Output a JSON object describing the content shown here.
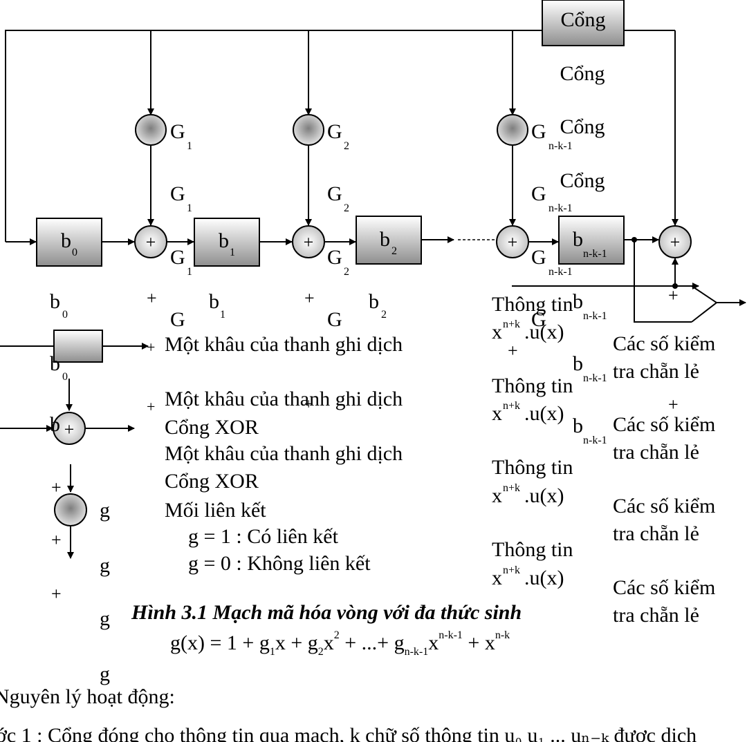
{
  "gate_label": "Cổng",
  "gate_label_repeats": [
    "Cổng",
    "Cổng",
    "Cổng"
  ],
  "register_stages": [
    {
      "base": "b",
      "sub": "0"
    },
    {
      "base": "b",
      "sub": "1"
    },
    {
      "base": "b",
      "sub": "2"
    },
    {
      "base": "b",
      "sub": "n-k-1"
    }
  ],
  "xor_symbol": "+",
  "coefficients": [
    {
      "base": "G",
      "sub": "1"
    },
    {
      "base": "G",
      "sub": "2"
    },
    {
      "base": "G",
      "sub": "n-k-1"
    }
  ],
  "info_label": "Thông tin",
  "info_expr": {
    "x": "x",
    "sup": "n+k",
    "rest": ".u(x)"
  },
  "parity_label": [
    "Các số kiểm",
    "tra chẵn lẻ"
  ],
  "legend": {
    "shift_stage": "Một khâu của thanh ghi dịch",
    "xor_gate": "Cổng XOR",
    "connection": "Mối liên kết",
    "g_one": "g = 1 : Có liên kết",
    "g_zero": "g = 0 : Không liên kết",
    "g_symbol": "g"
  },
  "caption": "Hình 3.1  Mạch mã hóa vòng với đa thức sinh",
  "formula": {
    "lhs": "g(x) = 1 + g",
    "s1": "1",
    "t1": "x + g",
    "s2": "2",
    "t2": "x",
    "p2": "2",
    "t3": " + ...+ g",
    "s3": "n-k-1",
    "t4": "x",
    "p3": "n-k-1",
    "t5": " + x",
    "p4": "n-k"
  },
  "body_lines": [
    "Nguyên lý hoạt động:",
    "ớc 1 : Cổng đóng cho thông tin qua mạch, k chữ số thông tin u₀ u₁ ... uₙ₋ₖ được dịch"
  ]
}
